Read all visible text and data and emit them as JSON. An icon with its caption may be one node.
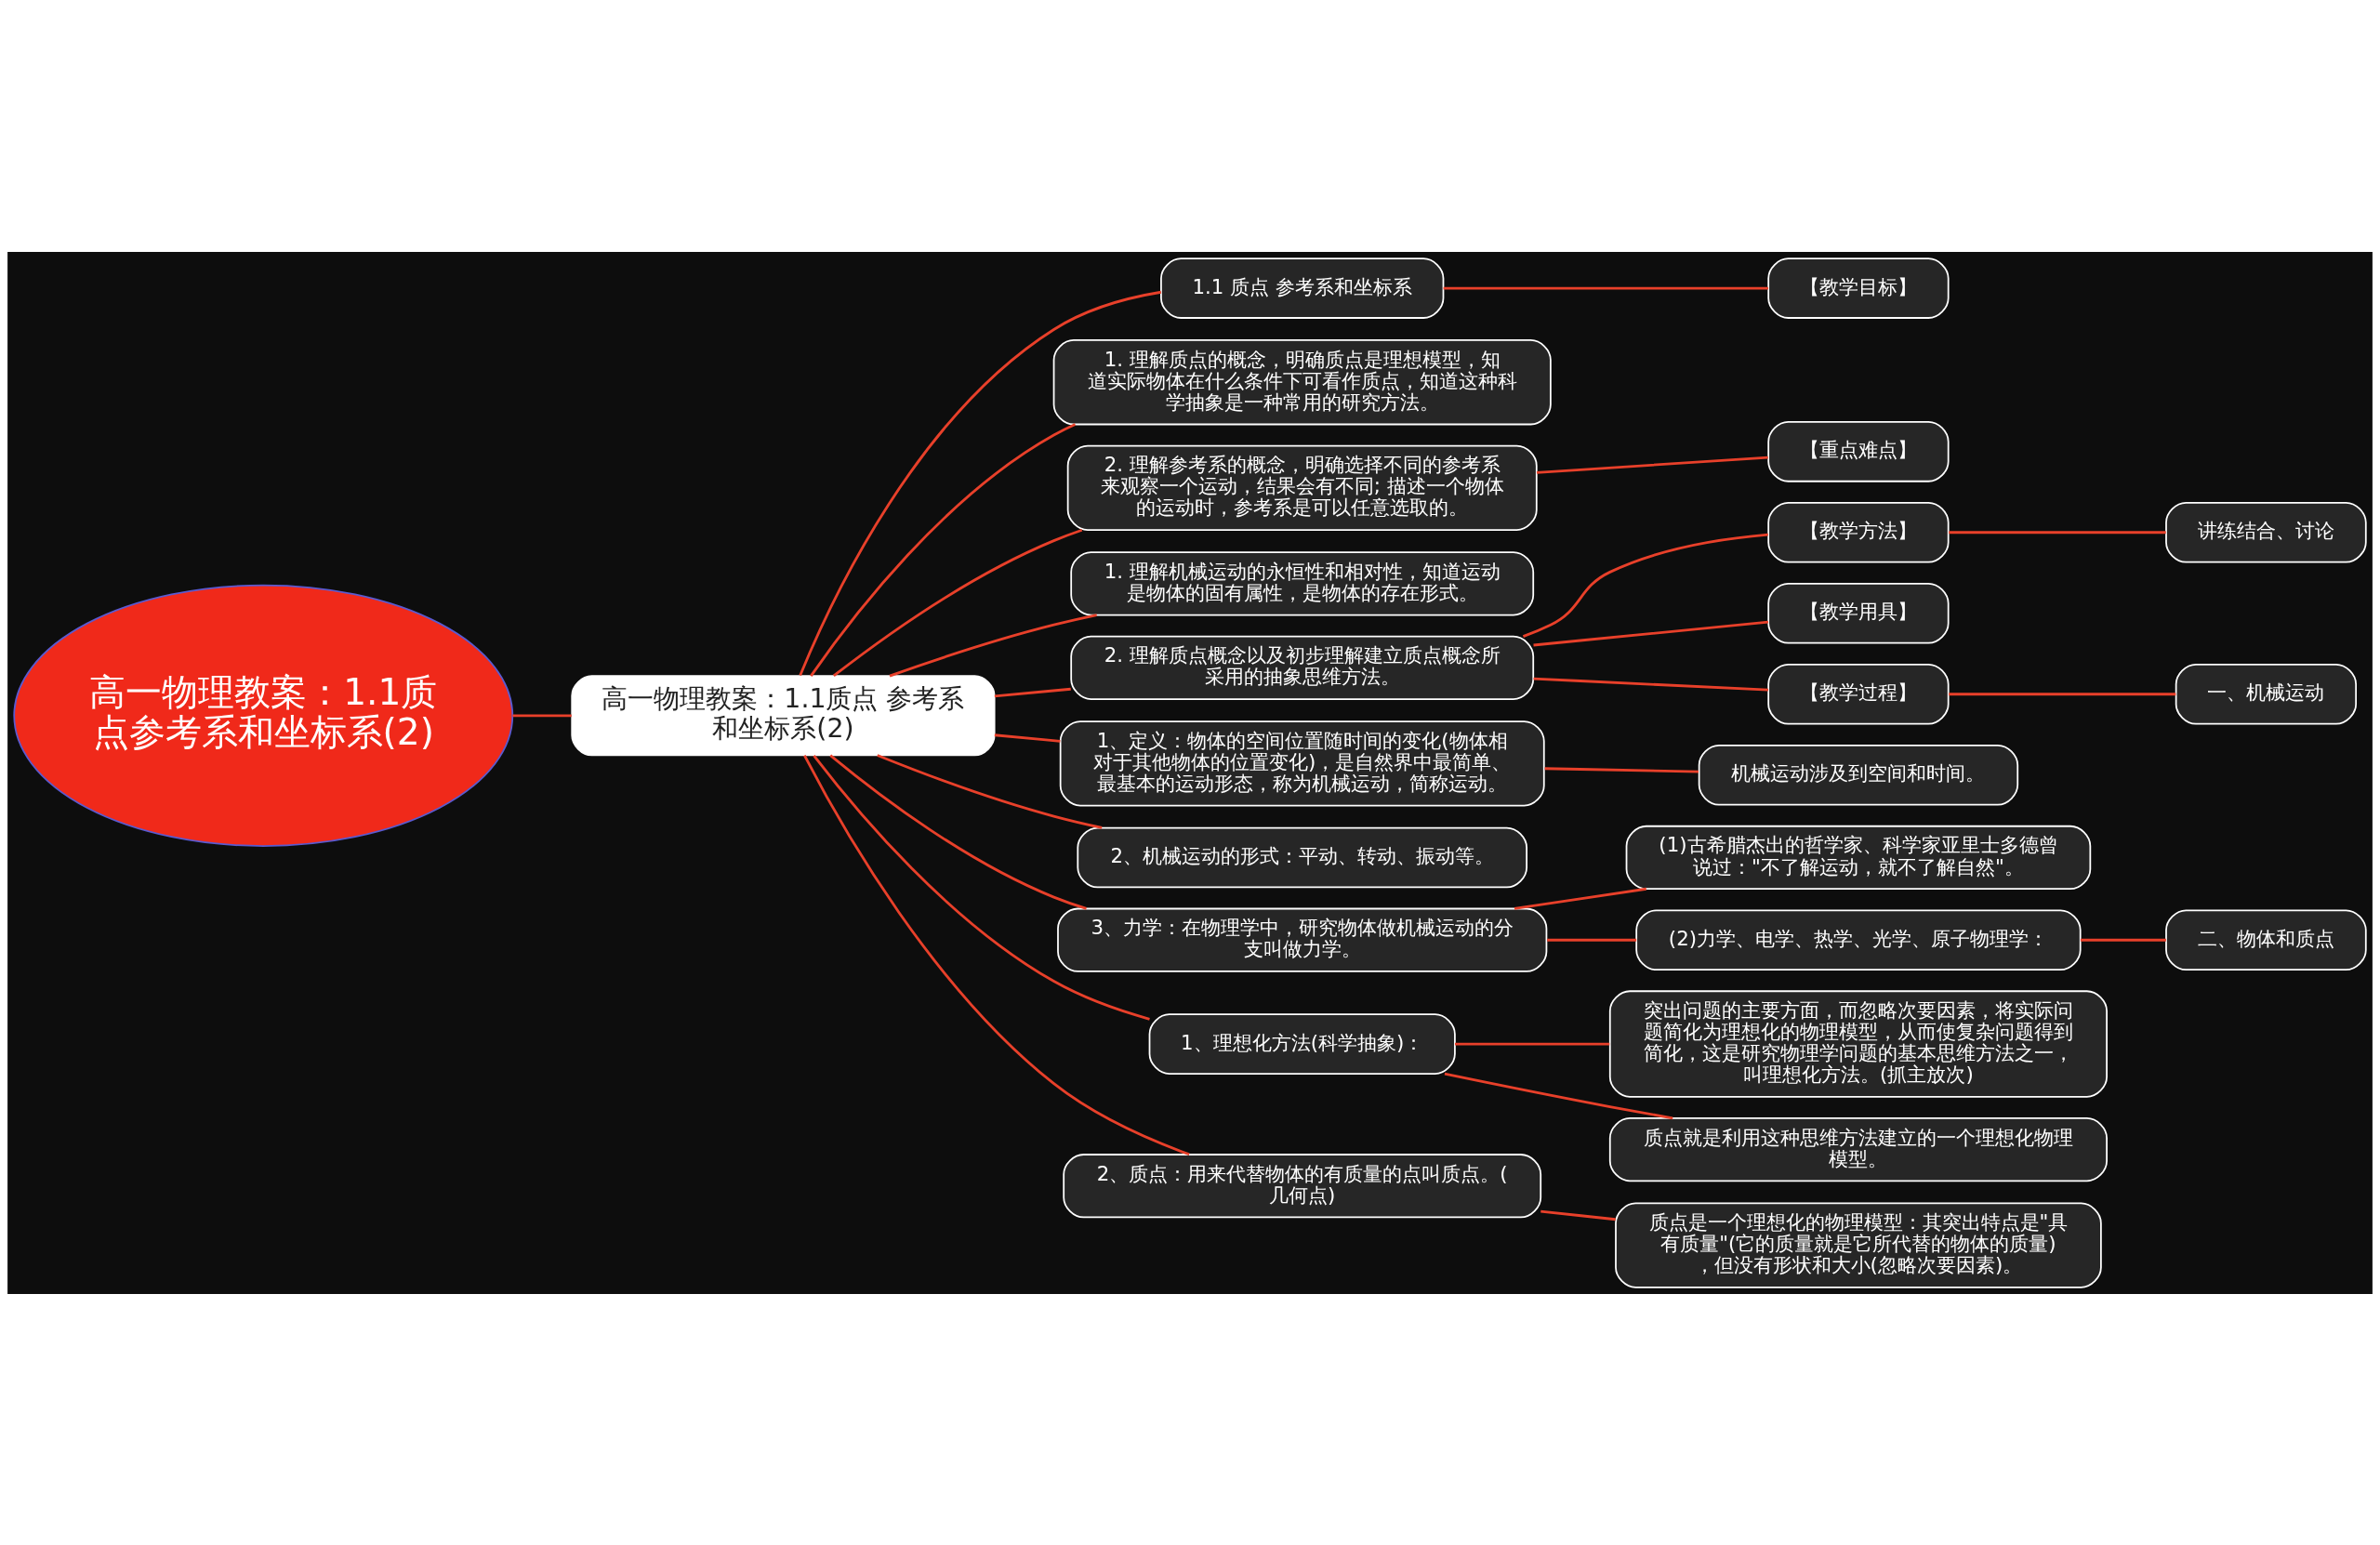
{
  "diagram": {
    "nodes": [
      {
        "text": [
          "高一物理教案：1.1质点参考系和坐标系(2)"
        ]
      },
      {
        "text": [
          "高一物理教案：1.1质点 参考系和坐标系(2)"
        ]
      },
      {
        "text": [
          "1.1 质点 参考系和坐标系"
        ]
      },
      {
        "text": [
          "【教学目标】"
        ]
      },
      {
        "text": [
          "1. 理解质点的概念，明确质点是理想模型，知道实际物体在什么条件下可看作质点，知道这种科学抽象是一种常用的研究方法。"
        ]
      },
      {
        "text": [
          "2. 理解参考系的概念，明确选择不同的参考系来观察一个运动，结果会有不同; 描述一个物体的运动时，参考系是可以任意选取的。"
        ]
      },
      {
        "text": [
          "【重点难点】"
        ]
      },
      {
        "text": [
          "1. 理解机械运动的永恒性和相对性，知道运动是物体的固有属性，是物体的存在形式。"
        ]
      },
      {
        "text": [
          "2. 理解质点概念以及初步理解建立质点概念所采用的抽象思维方法。"
        ]
      },
      {
        "text": [
          "【教学方法】"
        ]
      },
      {
        "text": [
          "讲练结合、讨论"
        ]
      },
      {
        "text": [
          "【教学用具】"
        ]
      },
      {
        "text": [
          "【教学过程】"
        ]
      },
      {
        "text": [
          "一、机械运动"
        ]
      },
      {
        "text": [
          "1、定义：物体的空间位置随时间的变化(物体相对于其他物体的位置变化)，是自然界中最简单、最基本的运动形态，称为机械运动，简称运动。"
        ]
      },
      {
        "text": [
          "机械运动涉及到空间和时间。"
        ]
      },
      {
        "text": [
          "2、机械运动的形式：平动、转动、振动等。"
        ]
      },
      {
        "text": [
          "3、力学：在物理学中，研究物体做机械运动的分支叫做力学。"
        ]
      },
      {
        "text": [
          "(1)古希腊杰出的哲学家、科学家亚里士多德曾说过：\"不了解运动，就不了解自然\"。"
        ]
      },
      {
        "text": [
          "(2)力学、电学、热学、光学、原子物理学："
        ]
      },
      {
        "text": [
          "二、物体和质点"
        ]
      },
      {
        "text": [
          "1、理想化方法(科学抽象)："
        ]
      },
      {
        "text": [
          "突出问题的主要方面，而忽略次要因素，将实际问题简化为理想化的物理模型，从而使复杂问题得到简化，这是研究物理学问题的基本思维方法之一，叫理想化方法。(抓主放次)"
        ]
      },
      {
        "text": [
          "质点就是利用这种思维方法建立的一个理想化物理模型。"
        ]
      },
      {
        "text": [
          "2、质点：用来代替物体的有质量的点叫质点。(几何点)"
        ]
      },
      {
        "text": [
          "质点是一个理想化的物理模型：其突出特点是\"具有质量\"(它的质量就是它所代替的物体的质量)，但没有形状和大小(忽略次要因素)。"
        ]
      }
    ],
    "edges": [
      {
        "from": 0,
        "to": 1,
        "arrow": "none"
      },
      {
        "from": 1,
        "to": 2,
        "arrow": "none"
      },
      {
        "from": 2,
        "to": 3,
        "arrow": "none"
      },
      {
        "from": 1,
        "to": 4,
        "arrow": "none"
      },
      {
        "from": 1,
        "to": 5,
        "arrow": "none"
      },
      {
        "from": 5,
        "to": 6,
        "arrow": "none"
      },
      {
        "from": 1,
        "to": 7,
        "arrow": "none"
      },
      {
        "from": 1,
        "to": 8,
        "arrow": "none"
      },
      {
        "from": 8,
        "to": 9,
        "arrow": "none"
      },
      {
        "from": 9,
        "to": 10,
        "arrow": "none"
      },
      {
        "from": 8,
        "to": 11,
        "arrow": "none"
      },
      {
        "from": 8,
        "to": 12,
        "arrow": "none"
      },
      {
        "from": 12,
        "to": 13,
        "arrow": "none"
      },
      {
        "from": 1,
        "to": 14,
        "arrow": "none"
      },
      {
        "from": 14,
        "to": 15,
        "arrow": "none"
      },
      {
        "from": 1,
        "to": 16,
        "arrow": "none"
      },
      {
        "from": 1,
        "to": 17,
        "arrow": "none"
      },
      {
        "from": 17,
        "to": 18,
        "arrow": "none"
      },
      {
        "from": 17,
        "to": 19,
        "arrow": "none"
      },
      {
        "from": 19,
        "to": 20,
        "arrow": "none"
      },
      {
        "from": 1,
        "to": 21,
        "arrow": "none"
      },
      {
        "from": 21,
        "to": 22,
        "arrow": "none"
      },
      {
        "from": 21,
        "to": 23,
        "arrow": "none"
      },
      {
        "from": 1,
        "to": 24,
        "arrow": "none"
      },
      {
        "from": 24,
        "to": 25,
        "arrow": "none"
      }
    ]
  }
}
